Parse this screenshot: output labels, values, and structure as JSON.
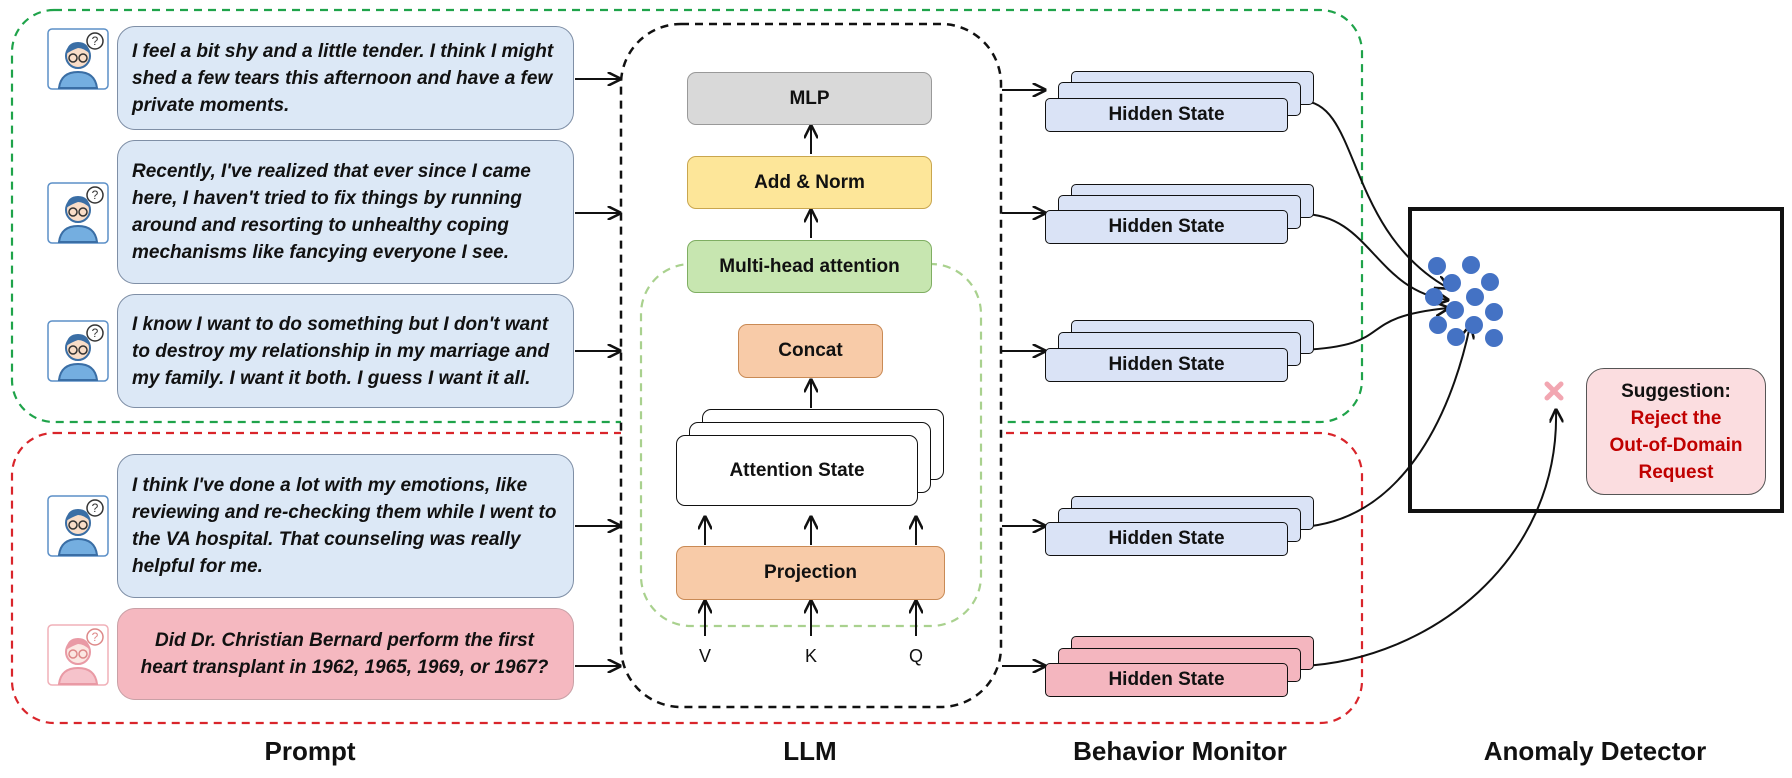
{
  "prompts": [
    {
      "text": "I feel a bit shy and a little tender. I think I might shed a few tears this afternoon and have a few private moments."
    },
    {
      "text": "Recently, I've realized that ever since I came here, I haven't tried to fix things by running around and resorting to unhealthy coping mechanisms like fancying everyone I see."
    },
    {
      "text": "I know I want to do something but I don't want to destroy my relationship in my marriage and my family. I want it both. I guess I want it all."
    },
    {
      "text": "I think I've done a lot with my emotions, like reviewing and re-checking them while I went to the VA hospital. That counseling was really helpful for me."
    },
    {
      "text": "Did Dr. Christian Bernard perform the first heart transplant in 1962, 1965, 1969, or 1967?"
    }
  ],
  "llm": {
    "mlp": "MLP",
    "add_norm": "Add & Norm",
    "mha": "Multi-head attention",
    "concat": "Concat",
    "attention_state": "Attention State",
    "projection": "Projection",
    "v": "V",
    "k": "K",
    "q": "Q"
  },
  "hidden_state_label": "Hidden State",
  "suggestion": {
    "title": "Suggestion:",
    "body_line1": "Reject the",
    "body_line2": "Out-of-Domain",
    "body_line3": "Request"
  },
  "sections": {
    "prompt": "Prompt",
    "llm": "LLM",
    "behavior_monitor": "Behavior Monitor",
    "anomaly_detector": "Anomaly Detector"
  },
  "colors": {
    "in_domain_border": "#1fa34a",
    "ood_border": "#d9252b",
    "prompt_fill": "#dce8f6",
    "ood_fill": "#f5b8c0",
    "mlp_fill": "#d9d9d9",
    "add_norm_fill": "#fde699",
    "mha_fill": "#c7e6b0",
    "concat_fill": "#f8cba8",
    "projection_fill": "#f8cba8",
    "hidden_state_fill": "#dae3f6",
    "cluster_dot": "#4472c4",
    "reject_text": "#c00000"
  }
}
